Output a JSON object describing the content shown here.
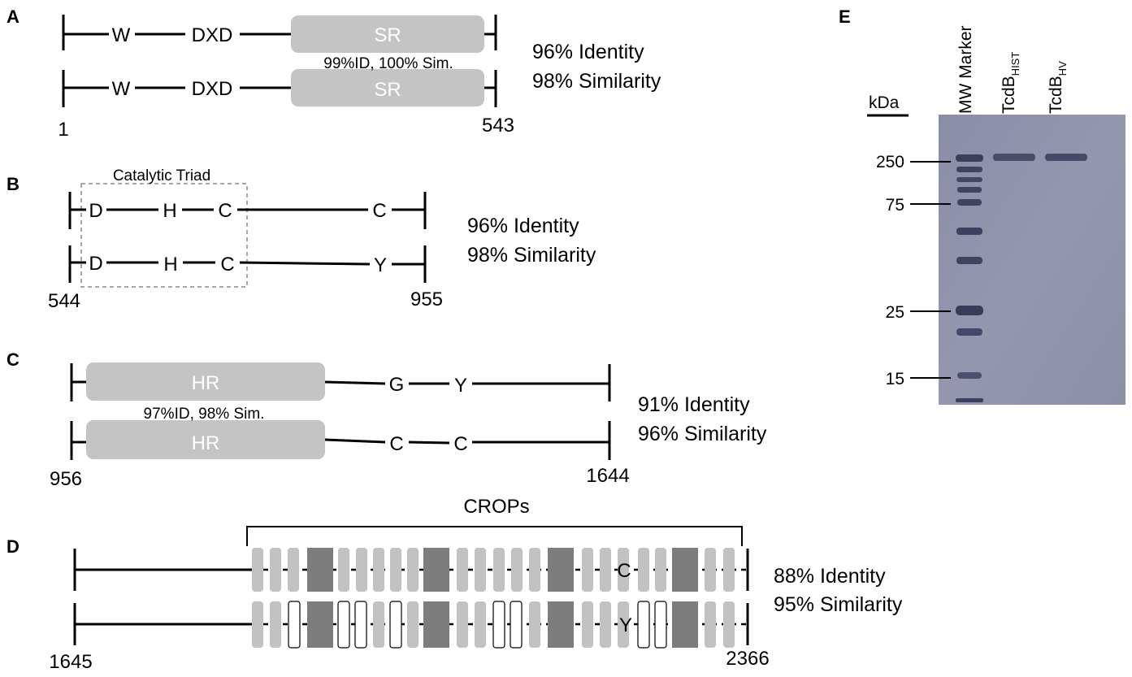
{
  "panels": {
    "a": {
      "label": "A",
      "row1_residues": [
        "W",
        "DXD"
      ],
      "row2_residues": [
        "W",
        "DXD"
      ],
      "domain": "SR",
      "domain_note": "99%ID, 100% Sim.",
      "start": "1",
      "end": "543",
      "identity": "96% Identity",
      "similarity": "98% Similarity"
    },
    "b": {
      "label": "B",
      "box_title": "Catalytic Triad",
      "row1_residues": [
        "D",
        "H",
        "C",
        "C"
      ],
      "row2_residues": [
        "D",
        "H",
        "C",
        "Y"
      ],
      "start": "544",
      "end": "955",
      "identity": "96% Identity",
      "similarity": "98% Similarity"
    },
    "c": {
      "label": "C",
      "domain": "HR",
      "domain_note": "97%ID, 98% Sim.",
      "row1_residues": [
        "G",
        "Y"
      ],
      "row2_residues": [
        "C",
        "C"
      ],
      "start": "956",
      "end": "1644",
      "identity": "91% Identity",
      "similarity": "96% Similarity"
    },
    "d": {
      "label": "D",
      "bracket_title": "CROPs",
      "row1_residue": "C",
      "row2_residue": "Y",
      "start": "1645",
      "end": "2366",
      "identity": "88% Identity",
      "similarity": "95% Similarity"
    },
    "e": {
      "label": "E",
      "unit": "kDa",
      "ladder_marks": [
        "250",
        "75",
        "25",
        "15"
      ],
      "lanes": [
        {
          "name": "MW Marker",
          "sub": ""
        },
        {
          "name": "TcdB",
          "sub": "HIST"
        },
        {
          "name": "TcdB",
          "sub": "HV"
        }
      ]
    }
  },
  "colors": {
    "domain_box": "#c4c4c4",
    "crop_light": "#c2c2c2",
    "crop_dark": "#7d7d7d",
    "crop_white": "#ffffff",
    "gel": "#8c8fa8"
  }
}
